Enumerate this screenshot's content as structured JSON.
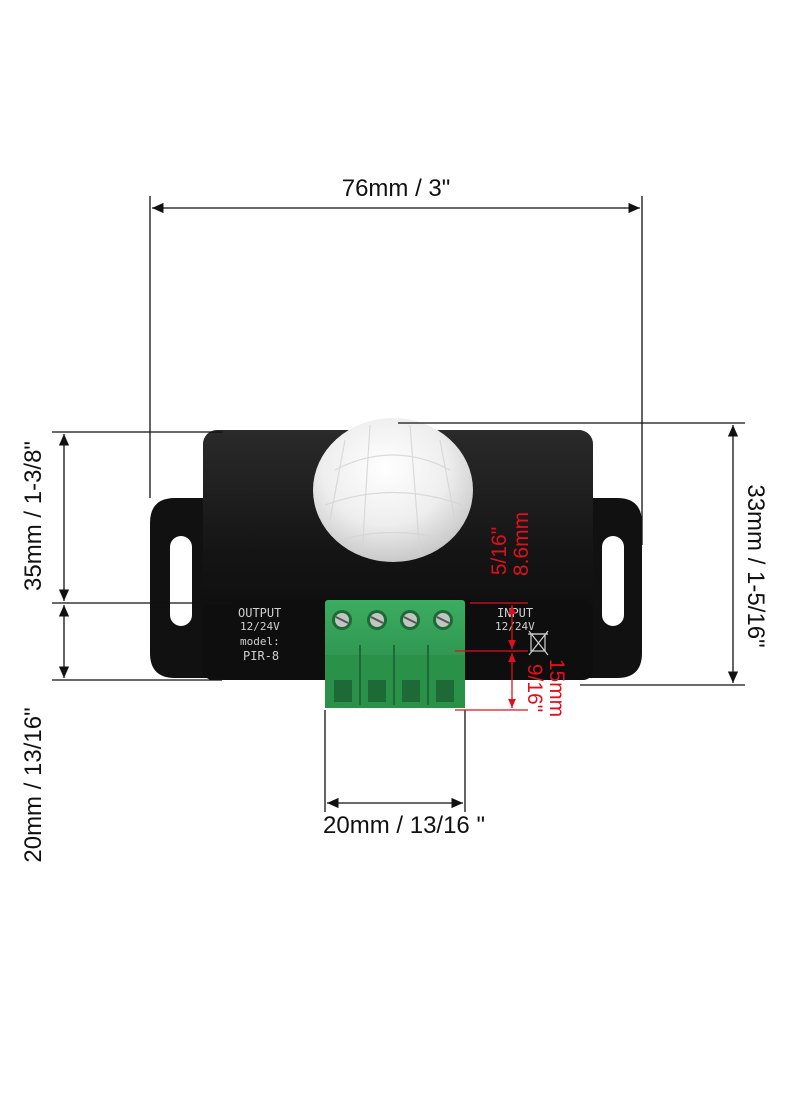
{
  "dimensions": {
    "width_top": "76mm / 3\"",
    "height_left_body": "35mm / 1-3/8\"",
    "height_right": "33mm / 1-5/16\"",
    "terminal_depth_left": "20mm / 13/16\"",
    "terminal_width_bottom": "20mm / 13/16  \"",
    "red_small_line1": "8.6mm",
    "red_small_line2": "5/16\"",
    "red_large_line1": "15mm",
    "red_large_line2": "9/16\""
  },
  "device": {
    "output_label": "OUTPUT",
    "output_voltage": "12/24V",
    "model_label": "model:",
    "model_value": "PIR-8",
    "input_label": "INPUT",
    "input_voltage": "12/24V",
    "body_color": "#161616",
    "terminal_color": "#2f9a52",
    "dome_color": "#f2f2f2",
    "terminal_count": 4
  },
  "colors": {
    "dimension_line": "#111111",
    "dimension_red": "#e0101a"
  }
}
